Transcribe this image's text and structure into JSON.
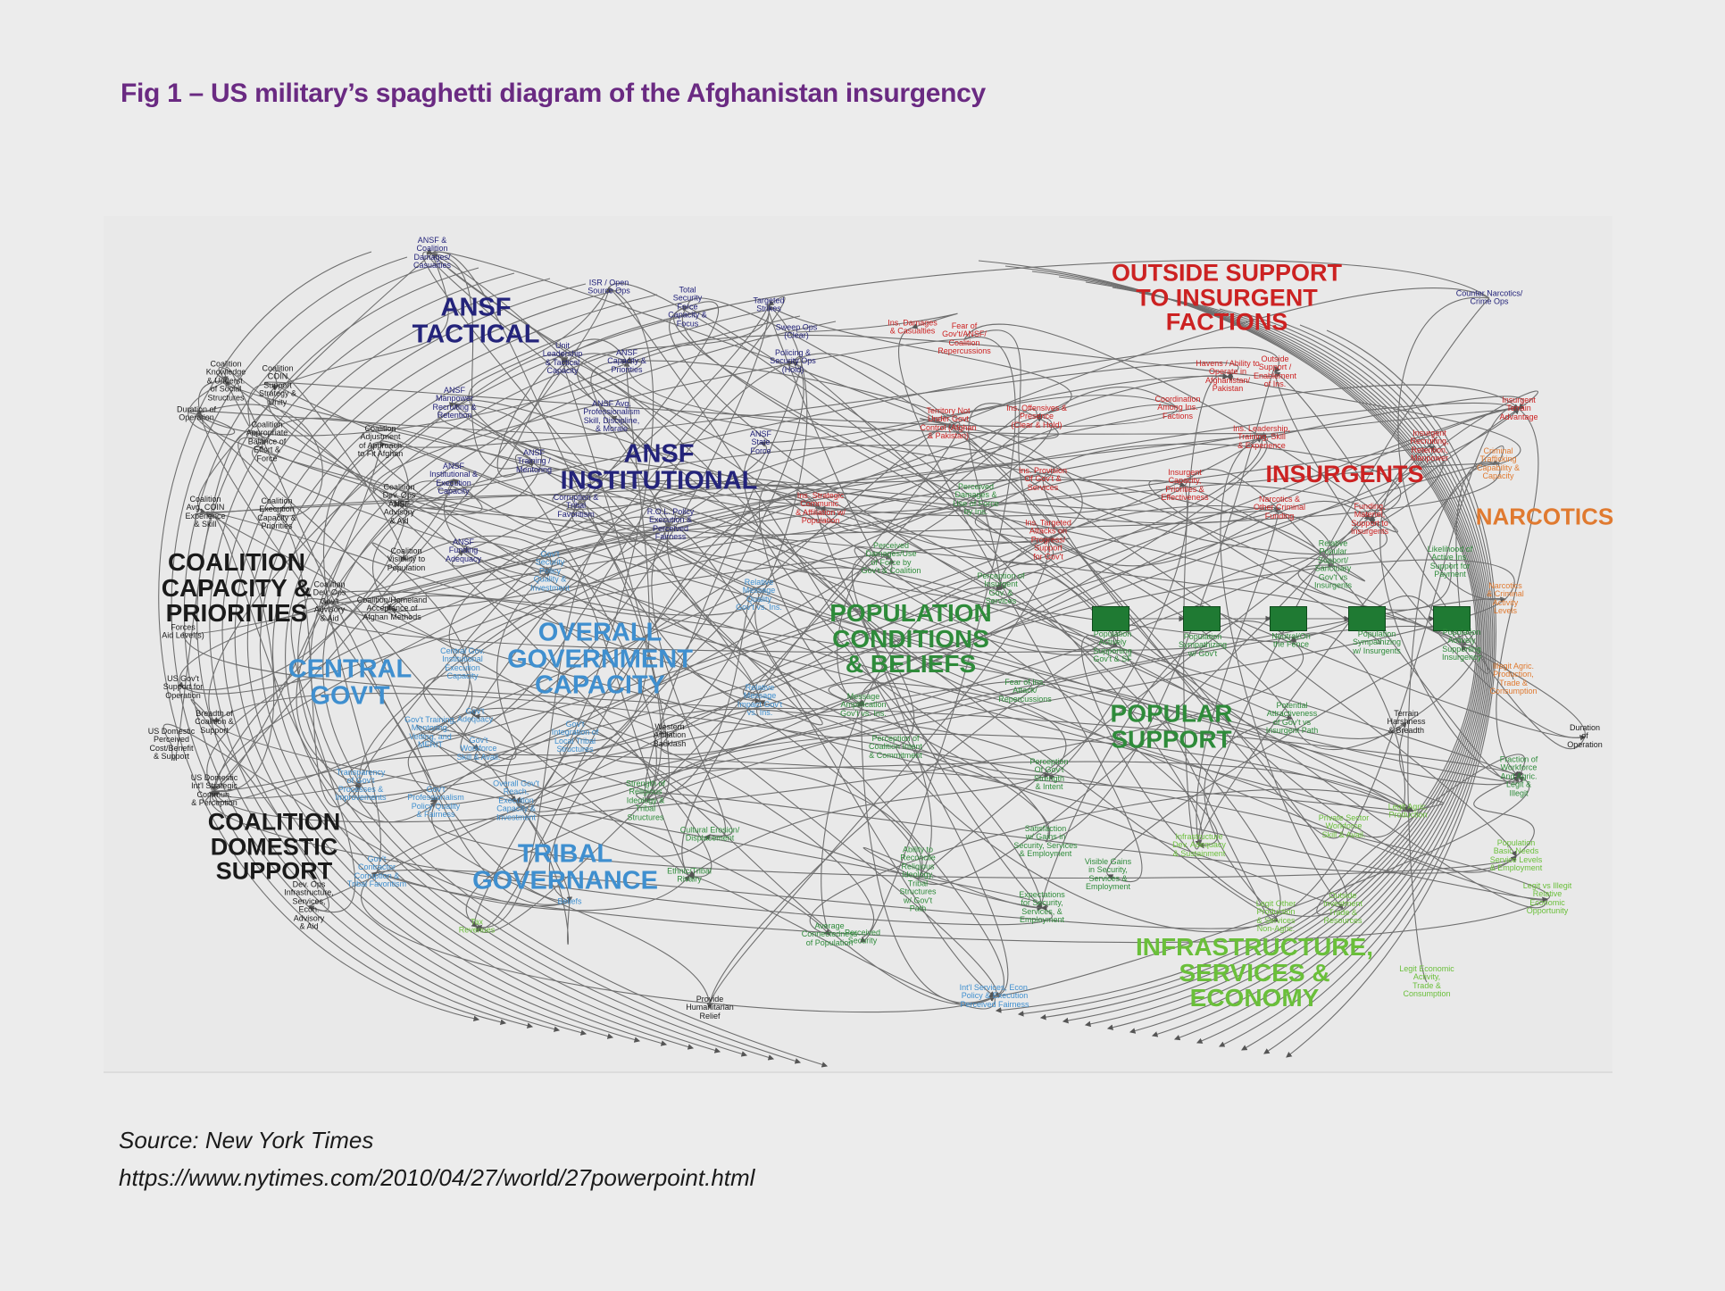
{
  "title": "Fig 1 – US military’s spaghetti diagram of the Afghanistan insurgency",
  "source_label": "Source: New York Times",
  "source_url": "https://www.nytimes.com/2010/04/27/world/27powerpoint.html",
  "colors": {
    "title": "#6a2a82",
    "ansf": "#23237a",
    "coalition": "#1a1a1a",
    "government": "#3f8fcf",
    "population": "#2e8b3a",
    "insurgent": "#cc2222",
    "narcotics": "#e07a30",
    "infrastructure": "#6abf3a",
    "arrows": "#555555"
  },
  "clusters": [
    {
      "id": "ansf_tactical",
      "text": "ANSF\nTACTICAL",
      "color": "#23237a"
    },
    {
      "id": "ansf_institutional",
      "text": "ANSF\nINSTITUTIONAL",
      "color": "#23237a"
    },
    {
      "id": "coalition_capacity",
      "text": "COALITION\nCAPACITY &\nPRIORITIES",
      "color": "#1a1a1a"
    },
    {
      "id": "central_govt",
      "text": "CENTRAL\nGOV'T",
      "color": "#3f8fcf"
    },
    {
      "id": "overall_govt",
      "text": "OVERALL\nGOVERNMENT\nCAPACITY",
      "color": "#3f8fcf"
    },
    {
      "id": "coalition_domestic",
      "text": "COALITION\nDOMESTIC\nSUPPORT",
      "color": "#1a1a1a"
    },
    {
      "id": "tribal",
      "text": "TRIBAL\nGOVERNANCE",
      "color": "#3f8fcf"
    },
    {
      "id": "population",
      "text": "POPULATION\nCONDITIONS\n& BELIEFS",
      "color": "#2e8b3a"
    },
    {
      "id": "outside_support",
      "text": "OUTSIDE SUPPORT\nTO INSURGENT\nFACTIONS",
      "color": "#cc2222"
    },
    {
      "id": "insurgents",
      "text": "INSURGENTS",
      "color": "#cc2222"
    },
    {
      "id": "narcotics",
      "text": "NARCOTICS",
      "color": "#e07a30"
    },
    {
      "id": "popular_support",
      "text": "POPULAR\nSUPPORT",
      "color": "#2e8b3a"
    },
    {
      "id": "infrastructure",
      "text": "INFRASTRUCTURE,\nSERVICES &\nECONOMY",
      "color": "#6abf3a"
    }
  ],
  "nodes": [
    {
      "text": "ANSF &\nCoalition\nDamages/\nCasualties",
      "color": "#23237a"
    },
    {
      "text": "ISR / Open\nSource Ops",
      "color": "#23237a"
    },
    {
      "text": "Total\nSecurity\nForce\nCapacity &\nFocus",
      "color": "#23237a"
    },
    {
      "text": "Targeted\nStrikes",
      "color": "#23237a"
    },
    {
      "text": "Sweep Ops\n(Clear)",
      "color": "#23237a"
    },
    {
      "text": "Policing &\nSecurity Ops\n(Hold)",
      "color": "#23237a"
    },
    {
      "text": "Ins. Damages\n& Casualties",
      "color": "#cc2222"
    },
    {
      "text": "Fear of\nGov't/ANSF/\nCoalition\nRepercussions",
      "color": "#cc2222"
    },
    {
      "text": "Counter Narcotics/\nCrime Ops",
      "color": "#23237a"
    },
    {
      "text": "Coalition\nKnowledge\n& Underst.\nof Social\nStructures",
      "color": "#1a1a1a"
    },
    {
      "text": "Coalition\nCOIN\nSupport\nStrategy &\nUnity",
      "color": "#1a1a1a"
    },
    {
      "text": "Unit\nLeadership\n& Tactical\nCapacity",
      "color": "#23237a"
    },
    {
      "text": "ANSF\nCapacity &\nPriorities",
      "color": "#23237a"
    },
    {
      "text": "ANSF\nManpower\nRecruiting &\nRetention",
      "color": "#23237a"
    },
    {
      "text": "Duration of\nOperation",
      "color": "#1a1a1a"
    },
    {
      "text": "Coalition\nAppropriate\nBalance of\nEffort &\nForce",
      "color": "#1a1a1a"
    },
    {
      "text": "Coalition\nAdjustment\nof Approach\nto Fit Afghan",
      "color": "#1a1a1a"
    },
    {
      "text": "ANSF Avg.\nProfessionalism\nSkill, Discipline,\n& Morale",
      "color": "#23237a"
    },
    {
      "text": "ANSF\nInstitutional &\nExecution\nCapacity",
      "color": "#23237a"
    },
    {
      "text": "ANSF\nTraining /\nMentoring",
      "color": "#23237a"
    },
    {
      "text": "ANSF\nState\nForce",
      "color": "#23237a"
    },
    {
      "text": "Coalition\nAvg. COIN\nExperience\n& Skill",
      "color": "#1a1a1a"
    },
    {
      "text": "Coalition\nExecution\nCapacity &\nPriorities",
      "color": "#1a1a1a"
    },
    {
      "text": "Coalition\nDev. Ops\nANSF\nAdvisory\n& Aid",
      "color": "#1a1a1a"
    },
    {
      "text": "Corruption &\nTribal\nFavoritism",
      "color": "#23237a"
    },
    {
      "text": "R.O.L. Policy\nExecution &\nPerceived\nFairness",
      "color": "#23237a"
    },
    {
      "text": "Ins. Strategic\nCommunic.\n& Affiliation w/\nPopulation",
      "color": "#cc2222"
    },
    {
      "text": "Coalition\nVisibility to\nPopulation",
      "color": "#1a1a1a"
    },
    {
      "text": "ANSF\nFunding\nAdequacy",
      "color": "#23237a"
    },
    {
      "text": "Gov't\nSecurity\nPolicy\nQuality &\nInvestment",
      "color": "#3f8fcf"
    },
    {
      "text": "Coalition\nDev. Ops\nGov't\nAdvisory\n& Aid",
      "color": "#1a1a1a"
    },
    {
      "text": "Coalition/Homeland\nAcceptance of\nAfghan Methods",
      "color": "#1a1a1a"
    },
    {
      "text": "Forces\nAid Level(s)",
      "color": "#1a1a1a"
    },
    {
      "text": "US Gov't\nSupport for\nOperation",
      "color": "#1a1a1a"
    },
    {
      "text": "Breadth of\nCoalition &\nSupport",
      "color": "#1a1a1a"
    },
    {
      "text": "US Domestic\nPerceived\nCost/Benefit\n& Support",
      "color": "#1a1a1a"
    },
    {
      "text": "US Domestic\nInt'l Strategic\nCommun.\n& Perception",
      "color": "#1a1a1a"
    },
    {
      "text": "Central Gov.\nInstitutional\nExecution\nCapacity",
      "color": "#3f8fcf"
    },
    {
      "text": "Gov't\nAdequacy",
      "color": "#3f8fcf"
    },
    {
      "text": "Gov't Training,\nMentoring,\nVetting, and\nMERIT",
      "color": "#3f8fcf"
    },
    {
      "text": "Gov't\nWorkforce\nSkill & Avail.",
      "color": "#3f8fcf"
    },
    {
      "text": "Transparency\nof Gov't\nProcesses &\nImprovements",
      "color": "#3f8fcf"
    },
    {
      "text": "Gov't\nProfessionalism\nPolicy Quality\n& Fairness",
      "color": "#3f8fcf"
    },
    {
      "text": "Overall Gov't\nReach,\nExecution\nCapacity &\nInvestment",
      "color": "#3f8fcf"
    },
    {
      "text": "Gov't\nIntegration of\nLocal Tribal\nStructures",
      "color": "#3f8fcf"
    },
    {
      "text": "Western\nAffiliation\nBacklash",
      "color": "#1a1a1a"
    },
    {
      "text": "Relative\nMessage\nQuality\nGov't vs. Ins.",
      "color": "#3f8fcf"
    },
    {
      "text": "Relative\nMessage\nImpact Gov't\nvs. Ins.",
      "color": "#3f8fcf"
    },
    {
      "text": "Gov't\nContractor\nCorruption &\nTribal Favoritism",
      "color": "#3f8fcf"
    },
    {
      "text": "Dev. Ops\nInfrastructure,\nServices,\nEcon.\nAdvisory\n& Aid",
      "color": "#1a1a1a"
    },
    {
      "text": "Tax\nRevenues",
      "color": "#6abf3a"
    },
    {
      "text": "Beliefs",
      "color": "#3f8fcf"
    },
    {
      "text": "Strength of\nReligious\nIdeology &\nTribal\nStructures",
      "color": "#2e8b3a"
    },
    {
      "text": "Cultural Erosion/\nDisplacement",
      "color": "#2e8b3a"
    },
    {
      "text": "Ethnic/Tribal\nRivalry",
      "color": "#2e8b3a"
    },
    {
      "text": "Average\nConnectedness\nof Population",
      "color": "#2e8b3a"
    },
    {
      "text": "Provide\nHumanitarian\nRelief",
      "color": "#1a1a1a"
    },
    {
      "text": "Int'l Services, Econ.\nPolicy & Execution\nPerceived Fairness",
      "color": "#3f8fcf"
    },
    {
      "text": "Territory Not\nUnder Govt\nControl (Afghan\n& Pakistan)",
      "color": "#cc2222"
    },
    {
      "text": "Ins. Offensives &\nPresence\n(Clear & Hold)",
      "color": "#cc2222"
    },
    {
      "text": "Ins. Provision\nOf Gov't &\nServices",
      "color": "#cc2222"
    },
    {
      "text": "Ins. Targeted\nAttacks on\nProgress/\nSupport\nfor Gov't",
      "color": "#cc2222"
    },
    {
      "text": "Perceived\nDamages &\nUse of Force\nby Ins.",
      "color": "#2e8b3a"
    },
    {
      "text": "Perceived\nDamages/Use\nof Force by\nGov't & Coalition",
      "color": "#2e8b3a"
    },
    {
      "text": "Perception of\nInsurgent\nGov. &\nServices",
      "color": "#2e8b3a"
    },
    {
      "text": "Message\nAmplification\nGov't vs. Ins.",
      "color": "#2e8b3a"
    },
    {
      "text": "Perception of\nCoalition Intent\n& Commitment",
      "color": "#2e8b3a"
    },
    {
      "text": "Fear of Ins.\nAttack/\nRepercussions",
      "color": "#2e8b3a"
    },
    {
      "text": "Perception\nOf Gov't\nStrength\n& Intent",
      "color": "#2e8b3a"
    },
    {
      "text": "Ability to\nReconcile\nReligious\nIdeology,\nTribal\nStructures\nw/ Gov't\nPath",
      "color": "#2e8b3a"
    },
    {
      "text": "Perceived\nSecurity",
      "color": "#2e8b3a"
    },
    {
      "text": "Satisfaction\nw/ Gains in\nSecurity, Services\n& Employment",
      "color": "#2e8b3a"
    },
    {
      "text": "Visible Gains\nin Security,\nServices &\nEmployment",
      "color": "#2e8b3a"
    },
    {
      "text": "Expectations\nfor Security,\nServices, &\nEmployment",
      "color": "#2e8b3a"
    },
    {
      "text": "Havens / Ability to\nOperate in\nAfghanistan/\nPakistan",
      "color": "#cc2222"
    },
    {
      "text": "Outside\nSupport /\nEnablement\nof Ins.",
      "color": "#cc2222"
    },
    {
      "text": "Coordination\nAmong Ins.\nFactions",
      "color": "#cc2222"
    },
    {
      "text": "Ins. Leadership,\nTraining, Skill\n& Experience",
      "color": "#cc2222"
    },
    {
      "text": "Insurgent\nCapacity,\nPriorities &\nEffectiveness",
      "color": "#cc2222"
    },
    {
      "text": "Narcotics &\nOther Criminal\nFunding",
      "color": "#cc2222"
    },
    {
      "text": "Funding,\nMateriel,\nSupport to\nInsurgents",
      "color": "#cc2222"
    },
    {
      "text": "Insurgent\nRecruiting,\nRetention,\nManpower",
      "color": "#cc2222"
    },
    {
      "text": "Criminal\nTrafficking\nCapability &\nCapacity",
      "color": "#e07a30"
    },
    {
      "text": "Insurgent\nTerrain\nAdvantage",
      "color": "#cc2222"
    },
    {
      "text": "Likelihood of\nActive Ins.\nSupport for\nPayment",
      "color": "#2e8b3a"
    },
    {
      "text": "Relative\nPopular\nSupport/\nSanctuary\nGov't vs\nInsurgents",
      "color": "#2e8b3a"
    },
    {
      "text": "Narcotics\n& Criminal\nActivity\nLevels",
      "color": "#e07a30"
    },
    {
      "text": "Population\nActively\nSupporting\nGov't & SF",
      "color": "#2e8b3a"
    },
    {
      "text": "Population\nSympathizing\nw/ Gov't",
      "color": "#2e8b3a"
    },
    {
      "text": "Neutral/On\nthe Fence",
      "color": "#2e8b3a"
    },
    {
      "text": "Population\nSympathizing\nw/ Insurgents",
      "color": "#2e8b3a"
    },
    {
      "text": "Population\nActively\nSupporting\nInsurgency",
      "color": "#2e8b3a"
    },
    {
      "text": "Potential\nAttractiveness\nof Gov't vs\nInsurgent Path",
      "color": "#2e8b3a"
    },
    {
      "text": "Terrain\nHarshness\n& Breadth",
      "color": "#1a1a1a"
    },
    {
      "text": "Illegit Agric.\nProduction,\nTrade &\nConsumption",
      "color": "#e07a30"
    },
    {
      "text": "Duration\nof\nOperation",
      "color": "#1a1a1a"
    },
    {
      "text": "Fraction of\nWorkforce\nAnd Agric.\nLegit &\nIllegit",
      "color": "#2e8b3a"
    },
    {
      "text": "Infrastructure\nDev. Adequacy\n& Sustainment",
      "color": "#6abf3a"
    },
    {
      "text": "Private Sector\nWorkforce\nSkill & Avail.",
      "color": "#6abf3a"
    },
    {
      "text": "Legit Agric.\nProduction",
      "color": "#6abf3a"
    },
    {
      "text": "Population\nBasic Needs\nService Levels\n& Employment",
      "color": "#6abf3a"
    },
    {
      "text": "Legit Other\nProduction\n& Services\nNon-Agric.",
      "color": "#6abf3a"
    },
    {
      "text": "Outside\nInvestment\nTrade &\nResources",
      "color": "#6abf3a"
    },
    {
      "text": "Legit vs Illegit\nRelative\nEconomic\nOpportunity",
      "color": "#6abf3a"
    },
    {
      "text": "Legit Economic\nActivity,\nTrade &\nConsumption",
      "color": "#6abf3a"
    }
  ]
}
